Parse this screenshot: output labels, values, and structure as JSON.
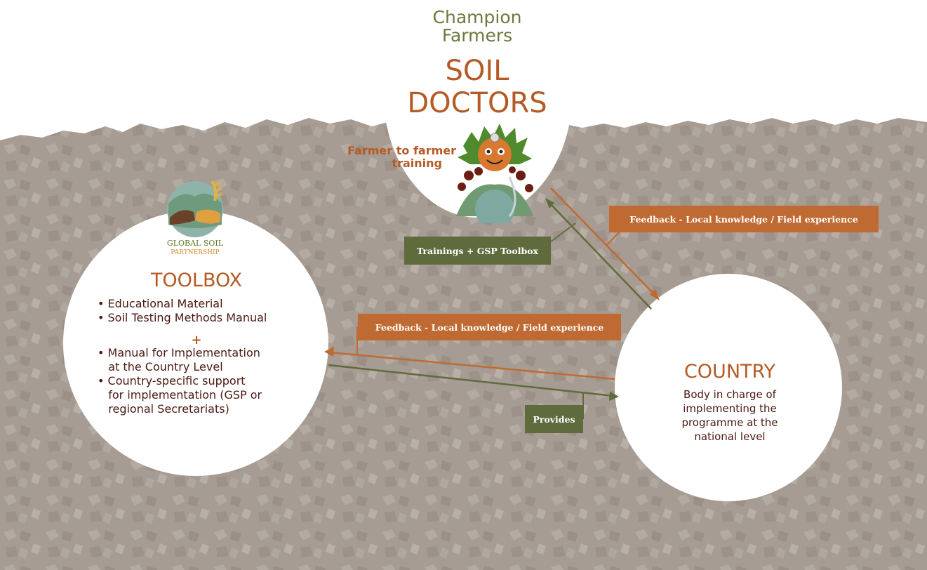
{
  "top_node": {
    "subtitle_line1": "Champion",
    "subtitle_line2": "Farmers",
    "title_line1": "SOIL",
    "title_line2": "DOCTORS",
    "side_label_line1": "Farmer to farmer",
    "side_label_line2": "training"
  },
  "left_node": {
    "logo_line1": "GLOBAL SOIL",
    "logo_line2": "PARTNERSHIP",
    "title": "TOOLBOX",
    "items": [
      "• Educational Material",
      "• Soil Testing Methods Manual",
      "+",
      "• Manual for Implementation",
      "   at the Country Level",
      "• Country-specific support",
      "   for implementation (GSP or",
      "   regional Secretariats)"
    ]
  },
  "right_node": {
    "title": "COUNTRY",
    "body": [
      "Body in charge of",
      "implementing the",
      "programme at the",
      "national level"
    ]
  },
  "edge_labels": {
    "feedback_top": "Feedback - Local knowledge / Field experience",
    "trainings": "Trainings + GSP Toolbox",
    "feedback_mid": "Feedback - Local knowledge / Field experience",
    "provides": "Provides"
  },
  "colors": {
    "orange": "#c06a33",
    "olive": "#5f6b3c",
    "title_orange": "#b55a25",
    "dark_text": "#4a1810",
    "soil": "#a69c93"
  }
}
